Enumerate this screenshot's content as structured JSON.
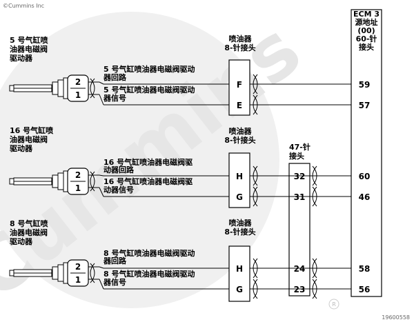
{
  "copyright": "©Cummins Inc",
  "watermark_text": "Cummins",
  "figure_id": "19600558",
  "ecm": {
    "lines": [
      "ECM 3",
      "源地址",
      "(00)",
      "60-针",
      "接头"
    ]
  },
  "connector_47": {
    "lines": [
      "47-针",
      "接头"
    ]
  },
  "circuits": [
    {
      "actuator_lines": [
        "5 号气缸喷",
        "油器电磁阀",
        "驱动器"
      ],
      "injector_connector_lines": [
        "喷油器",
        "8-针接头"
      ],
      "plug_pins": [
        "2",
        "1"
      ],
      "wires": [
        {
          "label_lines": [
            "5  号气缸喷油器电磁阀驱动",
            "器回路"
          ],
          "injector_pin": "F",
          "mid_pin": null,
          "ecm_pin": "59"
        },
        {
          "label_lines": [
            "5  号气缸喷油器电磁阀驱动",
            "器信号"
          ],
          "injector_pin": "E",
          "mid_pin": null,
          "ecm_pin": "57"
        }
      ]
    },
    {
      "actuator_lines": [
        "16 号气缸喷",
        "油器电磁阀",
        "驱动器"
      ],
      "injector_connector_lines": [
        "喷油器",
        "8-针接头"
      ],
      "plug_pins": [
        "2",
        "1"
      ],
      "wires": [
        {
          "label_lines": [
            "16  号气缸喷油器电磁阀驱",
            "动器回路"
          ],
          "injector_pin": "H",
          "mid_pin": "32",
          "ecm_pin": "60"
        },
        {
          "label_lines": [
            "16  号气缸喷油器电磁阀驱",
            "动器信号"
          ],
          "injector_pin": "G",
          "mid_pin": "31",
          "ecm_pin": "46"
        }
      ]
    },
    {
      "actuator_lines": [
        "8 号气缸喷",
        "油器电磁阀",
        "驱动器"
      ],
      "injector_connector_lines": [
        "喷油器",
        "8-针接头"
      ],
      "plug_pins": [
        "2",
        "1"
      ],
      "wires": [
        {
          "label_lines": [
            "8  号气缸喷油器电磁阀驱动",
            "器回路"
          ],
          "injector_pin": "H",
          "mid_pin": "24",
          "ecm_pin": "58"
        },
        {
          "label_lines": [
            "8  号气缸喷油器电磁阀驱动",
            "器信号"
          ],
          "injector_pin": "G",
          "mid_pin": "23",
          "ecm_pin": "56"
        }
      ]
    }
  ]
}
